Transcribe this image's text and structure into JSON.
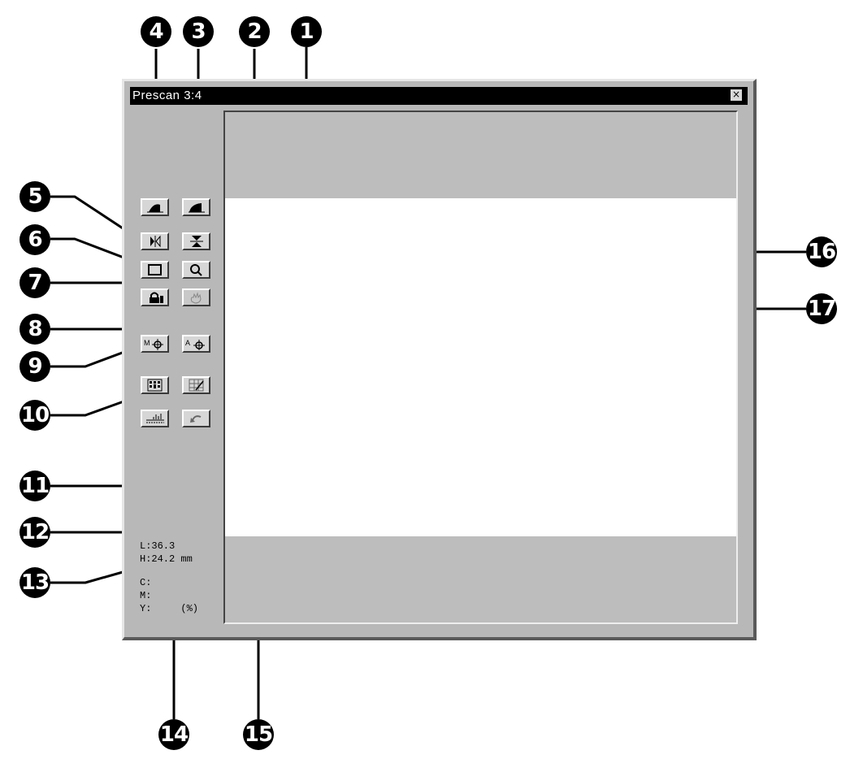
{
  "window": {
    "title": "Prescan 3:4",
    "close_label": "×"
  },
  "toolbar": [
    {
      "key": "tool4",
      "icon": "dark-curve-icon"
    },
    {
      "key": "tool3",
      "icon": "light-curve-icon"
    },
    {
      "key": "tool5",
      "icon": "flip-horizontal-icon"
    },
    {
      "key": "tool2",
      "icon": "flip-vertical-icon"
    },
    {
      "key": "tool6",
      "icon": "frame-icon"
    },
    {
      "key": "tool1",
      "icon": "zoom-icon"
    },
    {
      "key": "tool17",
      "icon": "lock-icon"
    },
    {
      "key": "tool7",
      "icon": "hand-icon"
    },
    {
      "key": "tool9",
      "icon": "manual-focus-icon"
    },
    {
      "key": "tool8",
      "icon": "auto-focus-icon"
    },
    {
      "key": "tool10",
      "icon": "grid-select-icon"
    },
    {
      "key": "tool15",
      "icon": "grid-edit-icon"
    },
    {
      "key": "tool11",
      "icon": "histogram-icon"
    },
    {
      "key": "tool12",
      "icon": "undo-icon"
    }
  ],
  "info": {
    "l_line": "L:36.3",
    "h_line": "H:24.2 mm",
    "c_line": "C:",
    "m_line": "M:",
    "y_line": "Y:     (%)"
  },
  "callouts": [
    "1",
    "2",
    "3",
    "4",
    "5",
    "6",
    "7",
    "8",
    "9",
    "10",
    "11",
    "12",
    "13",
    "14",
    "15",
    "16",
    "17"
  ]
}
